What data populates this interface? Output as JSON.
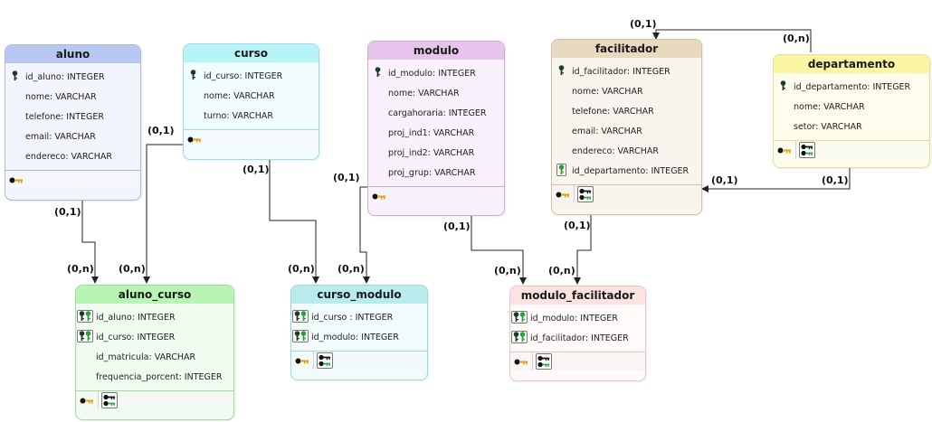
{
  "entities": {
    "aluno": {
      "title": "aluno",
      "attrs": [
        {
          "text": "id_aluno: INTEGER",
          "key": "pk"
        },
        {
          "text": "nome: VARCHAR",
          "key": ""
        },
        {
          "text": "telefone: INTEGER",
          "key": ""
        },
        {
          "text": "email: VARCHAR",
          "key": ""
        },
        {
          "text": "endereco: VARCHAR",
          "key": ""
        }
      ],
      "footer": [
        "pk-key-icon"
      ]
    },
    "curso": {
      "title": "curso",
      "attrs": [
        {
          "text": "id_curso: INTEGER",
          "key": "pk"
        },
        {
          "text": "nome: VARCHAR",
          "key": ""
        },
        {
          "text": "turno: VARCHAR",
          "key": ""
        }
      ],
      "footer": [
        "pk-key-icon"
      ]
    },
    "modulo": {
      "title": "modulo",
      "attrs": [
        {
          "text": "id_modulo: INTEGER",
          "key": "pk"
        },
        {
          "text": "nome: VARCHAR",
          "key": ""
        },
        {
          "text": "cargahoraria: INTEGER",
          "key": ""
        },
        {
          "text": "proj_ind1: VARCHAR",
          "key": ""
        },
        {
          "text": "proj_ind2: VARCHAR",
          "key": ""
        },
        {
          "text": "proj_grup: VARCHAR",
          "key": ""
        }
      ],
      "footer": [
        "pk-key-icon"
      ]
    },
    "facilitador": {
      "title": "facilitador",
      "attrs": [
        {
          "text": "id_facilitador: INTEGER",
          "key": "pk"
        },
        {
          "text": "nome: VARCHAR",
          "key": ""
        },
        {
          "text": "telefone: VARCHAR",
          "key": ""
        },
        {
          "text": "email: VARCHAR",
          "key": ""
        },
        {
          "text": "endereco: VARCHAR",
          "key": ""
        },
        {
          "text": "id_departamento: INTEGER",
          "key": "fk"
        }
      ],
      "footer": [
        "pk-key-icon",
        "fk-key-icon"
      ]
    },
    "departamento": {
      "title": "departamento",
      "attrs": [
        {
          "text": "id_departamento: INTEGER",
          "key": "pk"
        },
        {
          "text": "nome: VARCHAR",
          "key": ""
        },
        {
          "text": "setor: VARCHAR",
          "key": ""
        }
      ],
      "footer": [
        "pk-key-icon",
        "fk-key-icon"
      ]
    },
    "aluno_curso": {
      "title": "aluno_curso",
      "attrs": [
        {
          "text": "id_aluno: INTEGER",
          "key": "pfk"
        },
        {
          "text": "id_curso: INTEGER",
          "key": "pfk"
        },
        {
          "text": "id_matricula: VARCHAR",
          "key": ""
        },
        {
          "text": "frequencia_porcent: INTEGER",
          "key": ""
        }
      ],
      "footer": [
        "pk-key-icon",
        "fk-key-icon"
      ]
    },
    "curso_modulo": {
      "title": "curso_modulo",
      "attrs": [
        {
          "text": "id_curso : INTEGER",
          "key": "pfk"
        },
        {
          "text": "id_modulo: INTEGER",
          "key": "pfk"
        }
      ],
      "footer": [
        "pk-key-icon",
        "fk-key-icon"
      ]
    },
    "modulo_facilitador": {
      "title": "modulo_facilitador",
      "attrs": [
        {
          "text": "id_modulo: INTEGER",
          "key": "pfk"
        },
        {
          "text": "id_facilitador: INTEGER",
          "key": "pfk"
        }
      ],
      "footer": [
        "pk-key-icon",
        "fk-key-icon"
      ]
    }
  },
  "colors": {
    "aluno": {
      "header": "#b9c8f2",
      "body": "#f3f5fd",
      "border": "#aab8df",
      "footer": "#f4f6fb"
    },
    "curso": {
      "header": "#b8f3f8",
      "body": "#f1fcfe",
      "border": "#9fdde4",
      "footer": "#f4fafb"
    },
    "modulo": {
      "header": "#e6c4ec",
      "body": "#f9f1fb",
      "border": "#d3a9dc",
      "footer": "#f8f3f9"
    },
    "facilitador": {
      "header": "#e7dac0",
      "body": "#f8f5ee",
      "border": "#d2c2a2",
      "footer": "#f7f4ee"
    },
    "departamento": {
      "header": "#fbf6a4",
      "body": "#fefded",
      "border": "#e6e08c",
      "footer": "#fbfbf0"
    },
    "aluno_curso": {
      "header": "#b8f5b5",
      "body": "#f1fcf0",
      "border": "#9ede9a",
      "footer": "#f3f9f2"
    },
    "curso_modulo": {
      "header": "#b8ecec",
      "body": "#f1fbfb",
      "border": "#9fd9d9",
      "footer": "#f3f9f9"
    },
    "modulo_facilitador": {
      "header": "#fbe3e1",
      "body": "#fefafa",
      "border": "#e8c6c3",
      "footer": "#f9f5f5"
    }
  },
  "cardinalities": {
    "aluno_ac_src": "(0,1)",
    "aluno_ac_dst": "(0,n)",
    "curso_ac_src": "(0,1)",
    "curso_ac_dst": "(0,n)",
    "curso_cm_src": "(0,1)",
    "curso_cm_dst": "(0,n)",
    "modulo_cm_src": "(0,1)",
    "modulo_cm_dst": "(0,n)",
    "modulo_mf_src": "(0,1)",
    "modulo_mf_dst": "(0,n)",
    "facil_mf_src": "(0,1)",
    "facil_mf_dst": "(0,n)",
    "dep_facil_src": "(0,1)",
    "dep_facil_dst": "(0,1)",
    "dep_self_src": "(0,1)",
    "dep_self_dst": "(0,n)"
  }
}
